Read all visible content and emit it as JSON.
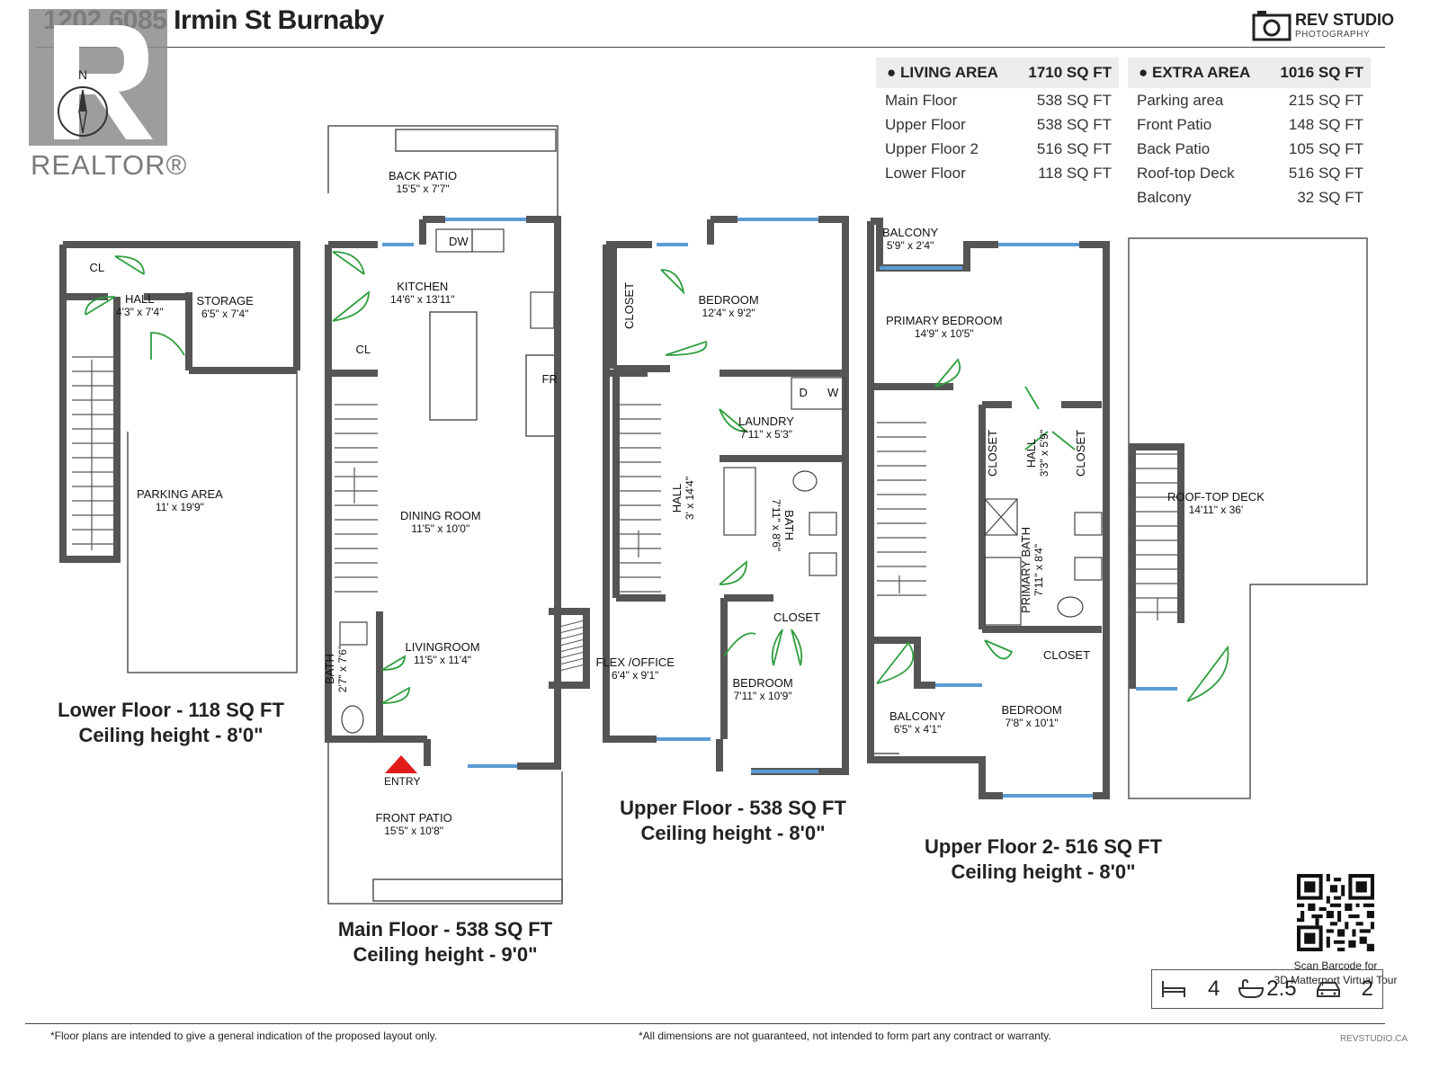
{
  "header": {
    "title": "1202 6085 Irmin St Burnaby",
    "brand_name": "REV STUDIO",
    "brand_sub": "PHOTOGRAPHY",
    "realtor_logo_text": "REALTOR®",
    "north_label": "N"
  },
  "living_area": {
    "label": "LIVING AREA",
    "total": "1710 SQ FT",
    "rows": [
      {
        "name": "Main Floor",
        "value": "538 SQ FT"
      },
      {
        "name": "Upper Floor",
        "value": "538 SQ FT"
      },
      {
        "name": "Upper Floor 2",
        "value": "516 SQ FT"
      },
      {
        "name": "Lower Floor",
        "value": "118 SQ FT"
      }
    ]
  },
  "extra_area": {
    "label": "EXTRA AREA",
    "total": "1016 SQ FT",
    "rows": [
      {
        "name": "Parking area",
        "value": "215 SQ FT"
      },
      {
        "name": "Front Patio",
        "value": "148 SQ FT"
      },
      {
        "name": "Back Patio",
        "value": "105 SQ FT"
      },
      {
        "name": "Roof-top Deck",
        "value": "516 SQ FT"
      },
      {
        "name": "Balcony",
        "value": "32 SQ FT"
      }
    ]
  },
  "floors": {
    "lower": {
      "title": "Lower Floor - 118 SQ FT",
      "ceiling": "Ceiling height - 8'0\""
    },
    "main": {
      "title": "Main Floor - 538 SQ FT",
      "ceiling": "Ceiling height - 9'0\""
    },
    "upper": {
      "title": "Upper Floor - 538 SQ FT",
      "ceiling": "Ceiling height - 8'0\""
    },
    "upper2": {
      "title": "Upper Floor 2- 516 SQ FT",
      "ceiling": "Ceiling height - 8'0\""
    }
  },
  "rooms": {
    "cl_lower": "CL",
    "hall_lower": "HALL",
    "hall_lower_dim": "4'3\" x 7'4\"",
    "storage": "STORAGE",
    "storage_dim": "6'5\" x 7'4\"",
    "parking": "PARKING AREA",
    "parking_dim": "11' x 19'9\"",
    "back_patio": "BACK PATIO",
    "back_patio_dim": "15'5\" x 7'7\"",
    "dw": "DW",
    "kitchen": "KITCHEN",
    "kitchen_dim": "14'6\" x 13'11\"",
    "cl_main": "CL",
    "fr": "FR",
    "dining": "DINING ROOM",
    "dining_dim": "11'5\" x 10'0\"",
    "living": "LIVINGROOM",
    "living_dim": "11'5\" x 11'4\"",
    "bath_main": "BATH",
    "bath_main_dim": "2'7\" x 7'6\"",
    "entry": "ENTRY",
    "front_patio": "FRONT PATIO",
    "front_patio_dim": "15'5\" x 10'8\"",
    "closet_up1": "CLOSET",
    "bedroom_up1": "BEDROOM",
    "bedroom_up1_dim": "12'4\" x 9'2\"",
    "d": "D",
    "w": "W",
    "laundry": "LAUNDRY",
    "laundry_dim": "7'11\" x 5'3\"",
    "hall_up": "HALL",
    "hall_up_dim": "3' x 14'4\"",
    "bath_up": "BATH",
    "bath_up_dim": "7'11\" x 8'6\"",
    "closet_up2": "CLOSET",
    "flex": "FLEX /OFFICE",
    "flex_dim": "6'4\" x 9'1\"",
    "bedroom_up2": "BEDROOM",
    "bedroom_up2_dim": "7'11\" x 10'9\"",
    "balcony1": "BALCONY",
    "balcony1_dim": "5'9\" x 2'4\"",
    "primary_bed": "PRIMARY BEDROOM",
    "primary_bed_dim": "14'9\" x 10'5\"",
    "closet_u2a": "CLOSET",
    "closet_u2b": "CLOSET",
    "hall_u2": "HALL",
    "hall_u2_dim": "3'3\" x 5'9\"",
    "primary_bath": "PRIMARY BATH",
    "primary_bath_dim": "7'11\" x 8'4\"",
    "closet_u2c": "CLOSET",
    "balcony2": "BALCONY",
    "balcony2_dim": "6'5\" x 4'1\"",
    "bedroom_u2": "BEDROOM",
    "bedroom_u2_dim": "7'8\" x 10'1\"",
    "roof_deck": "ROOF-TOP DECK",
    "roof_deck_dim": "14'11\" x 36'"
  },
  "qr": {
    "line1": "Scan Barcode for",
    "line2": "3D Matterport Virtual Tour"
  },
  "stats": {
    "beds": "4",
    "baths": "2.5",
    "parking": "2"
  },
  "footer": {
    "left": "*Floor plans are intended to give a general indication of the proposed layout only.",
    "middle": "*All dimensions are not guaranteed, not intended to form part any contract or warranty.",
    "right": "REVSTUDIO.CA"
  },
  "colors": {
    "wall": "#555555",
    "door": "#2e9e3e",
    "window": "#5b9bd5",
    "entry_marker": "#e11b1b"
  }
}
